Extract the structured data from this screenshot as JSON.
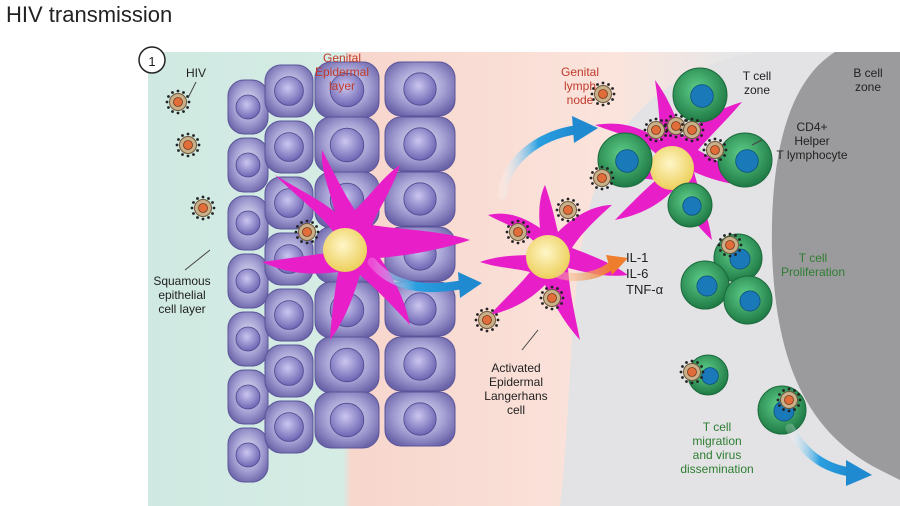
{
  "title": "HIV transmission",
  "step_number": "1",
  "labels": {
    "hiv": "HIV",
    "genital_epidermal": [
      "Genital",
      "Epidermal",
      "layer"
    ],
    "genital_lymph": [
      "Genital",
      "lymph",
      "node"
    ],
    "t_cell_zone": [
      "T cell",
      "zone"
    ],
    "b_cell_zone": [
      "B cell",
      "zone"
    ],
    "cd4": [
      "CD4+",
      "Helper",
      "T lymphocyte"
    ],
    "cytokines": [
      "IL-1",
      "IL-6",
      "TNF-α"
    ],
    "t_cell_proliferation": [
      "T cell",
      "Proliferation"
    ],
    "squamous": [
      "Squamous",
      "epithelial",
      "cell layer"
    ],
    "langerhans": [
      "Activated",
      "Epidermal",
      "Langerhans",
      "cell"
    ],
    "migration": [
      "T cell",
      "migration",
      "and virus",
      "dissemination"
    ]
  },
  "colors": {
    "epithelium_bg": "#cfe9e2",
    "epidermis_bg": "#f6d2c8",
    "lymph_bg": "#e4e4e6",
    "b_zone": "#9a9a9c",
    "cell_purple": "#8c86c4",
    "langerhans": "#e81ec9",
    "nucleus_yellow": "#f7e08a",
    "t_cell_green": "#2f9a5a",
    "t_nucleus": "#1a79b8",
    "arrow_blue": "#2a9fe0",
    "arrow_orange": "#ef7d2e"
  }
}
